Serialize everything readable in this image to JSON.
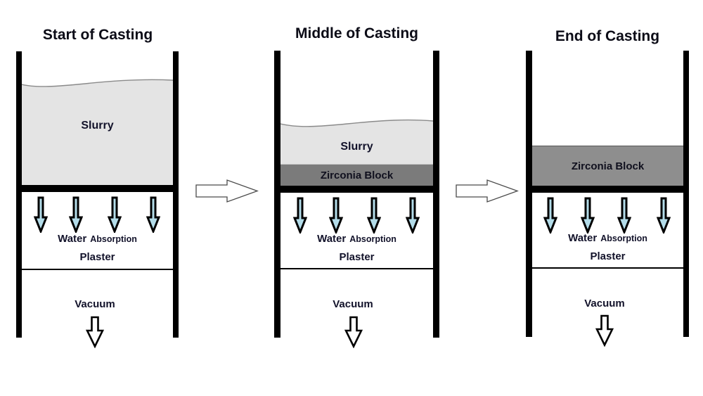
{
  "diagram": {
    "description": "Three-stage slip casting process diagram",
    "panels": [
      {
        "title": "Start of Casting",
        "slurry_label": "Slurry",
        "water_label": "Water",
        "absorption_label": "Absorption",
        "plaster_label": "Plaster",
        "vacuum_label": "Vacuum"
      },
      {
        "title": "Middle of Casting",
        "slurry_label": "Slurry",
        "zirconia_label": "Zirconia Block",
        "water_label": "Water",
        "absorption_label": "Absorption",
        "plaster_label": "Plaster",
        "vacuum_label": "Vacuum"
      },
      {
        "title": "End of Casting",
        "zirconia_label": "Zirconia Block",
        "water_label": "Water",
        "absorption_label": "Absorption",
        "plaster_label": "Plaster",
        "vacuum_label": "Vacuum"
      }
    ],
    "colors": {
      "background": "#ffffff",
      "wall": "#000000",
      "slurry_fill": "#e4e4e4",
      "slurry_surface_line": "#8a8a8a",
      "zirconia_middle": "#7b7b7b",
      "zirconia_end": "#8e8e8e",
      "water_arrow_fill": "#b3dce9",
      "label_text": "#12122a"
    }
  }
}
